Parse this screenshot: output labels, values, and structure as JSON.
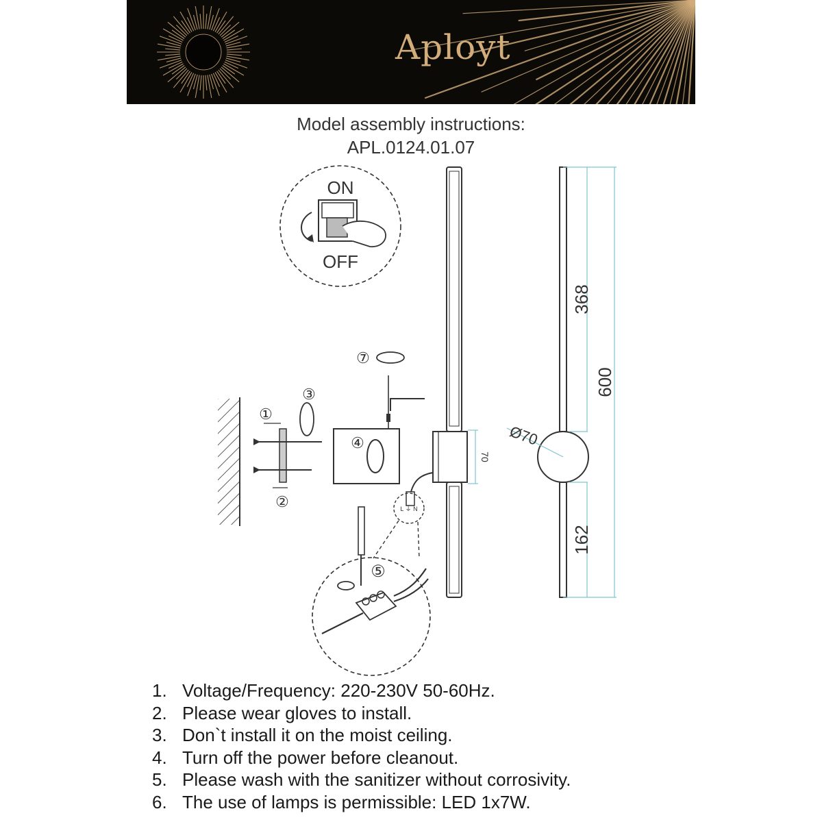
{
  "banner": {
    "brand": "Aployt",
    "colors": {
      "background": "#0c0a07",
      "accent": "#d2ad7b"
    },
    "icons": [
      "sun-burst-logo-icon",
      "corner-rays-icon"
    ]
  },
  "document": {
    "title_line1": "Model assembly instructions:",
    "title_line2": "APL.0124.01.07"
  },
  "drawing": {
    "switch_on": "ON",
    "switch_off": "OFF",
    "steps": [
      "①",
      "②",
      "③",
      "④",
      "⑤",
      "⑦"
    ],
    "dim_canopy": "70",
    "dim_diameter": "Ø70",
    "dim_upper": "368",
    "dim_total": "600",
    "dim_lower": "162",
    "terminal_labels": "L ⏚ N",
    "dimension_color": "#7ec6cf"
  },
  "notes": [
    {
      "num": "1.",
      "text": "Voltage/Frequency: 220-230V 50-60Hz."
    },
    {
      "num": "2.",
      "text": "Please wear gloves to install."
    },
    {
      "num": "3.",
      "text": "Don`t install it on the moist ceiling."
    },
    {
      "num": "4.",
      "text": "Turn off the power before cleanout."
    },
    {
      "num": "5.",
      "text": "Please wash with the sanitizer without corrosivity."
    },
    {
      "num": "6.",
      "text": "The use of lamps is permissible: LED 1x7W."
    }
  ]
}
